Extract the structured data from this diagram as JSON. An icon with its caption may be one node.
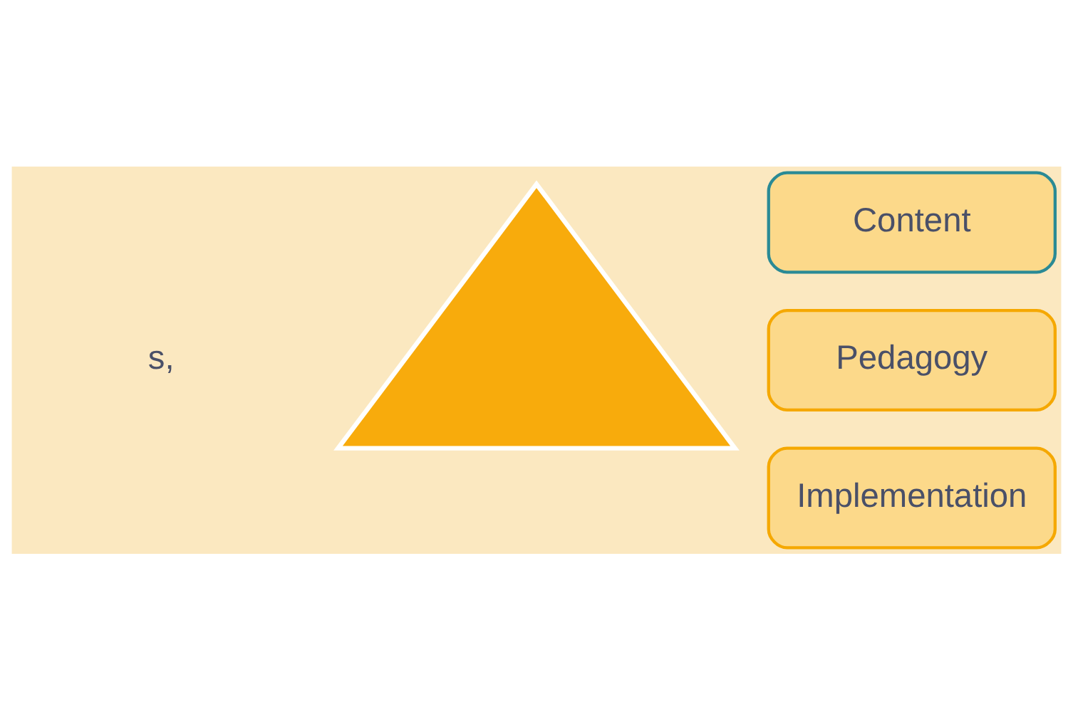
{
  "diagram": {
    "nodes": [
      {
        "text": [],
        "shape": "triangle"
      },
      {
        "text": [
          "Content"
        ]
      },
      {
        "text": [
          "Pedagogy"
        ]
      },
      {
        "text": [
          "Implementation"
        ]
      }
    ],
    "labels": [
      "s,"
    ]
  }
}
